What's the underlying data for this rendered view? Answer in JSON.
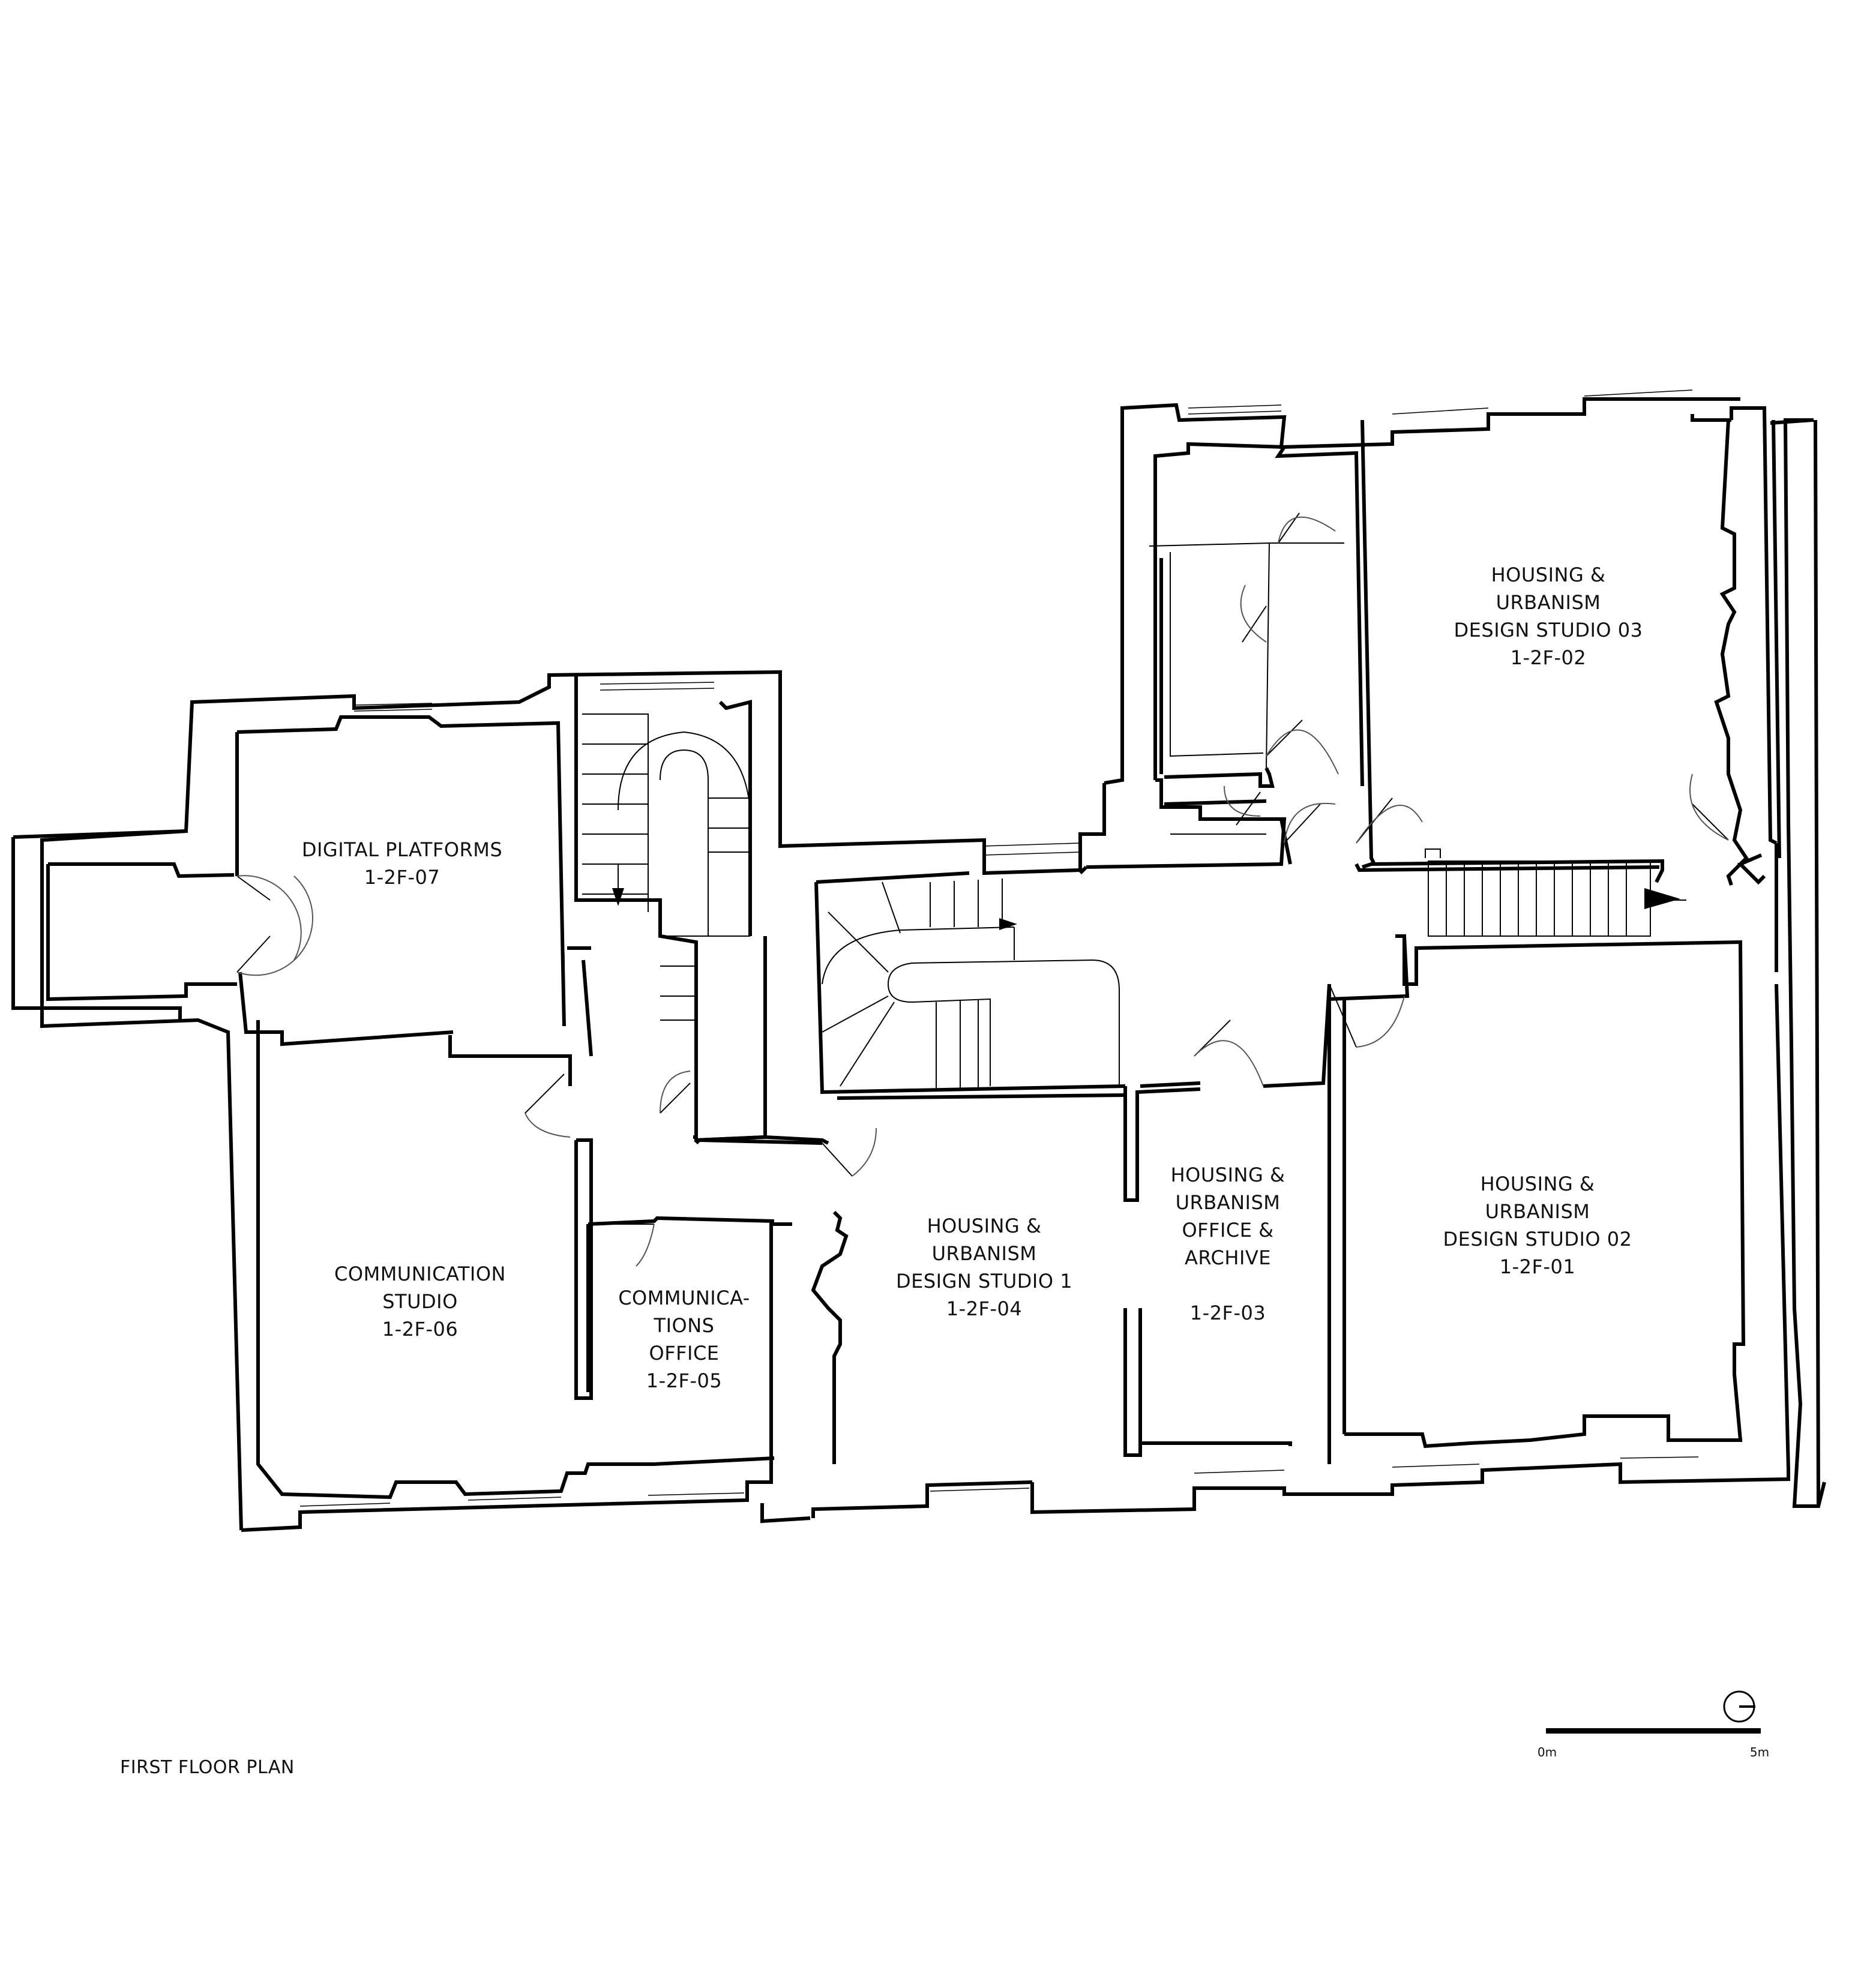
{
  "title": "FIRST FLOOR PLAN",
  "rooms": [
    {
      "id": "1-2F-07",
      "lines": [
        "DIGITAL PLATFORMS",
        "1-2F-07"
      ]
    },
    {
      "id": "1-2F-06",
      "lines": [
        "COMMUNICATION",
        "STUDIO",
        "1-2F-06"
      ]
    },
    {
      "id": "1-2F-05",
      "lines": [
        "COMMUNICA-",
        "TIONS",
        "OFFICE",
        "1-2F-05"
      ]
    },
    {
      "id": "1-2F-04",
      "lines": [
        "HOUSING &",
        "URBANISM",
        "DESIGN STUDIO 1",
        "1-2F-04"
      ]
    },
    {
      "id": "1-2F-03",
      "lines": [
        "HOUSING &",
        "URBANISM",
        "OFFICE &",
        "ARCHIVE",
        "",
        "1-2F-03"
      ]
    },
    {
      "id": "1-2F-02",
      "lines": [
        "HOUSING &",
        "URBANISM",
        "DESIGN STUDIO 03",
        "1-2F-02"
      ]
    },
    {
      "id": "1-2F-01",
      "lines": [
        "HOUSING &",
        "URBANISM",
        "DESIGN STUDIO 02",
        "1-2F-01"
      ]
    }
  ],
  "scale_bar": {
    "start_label": "0m",
    "end_label": "5m"
  },
  "icons": {
    "north_arrow": "north-arrow-icon"
  }
}
